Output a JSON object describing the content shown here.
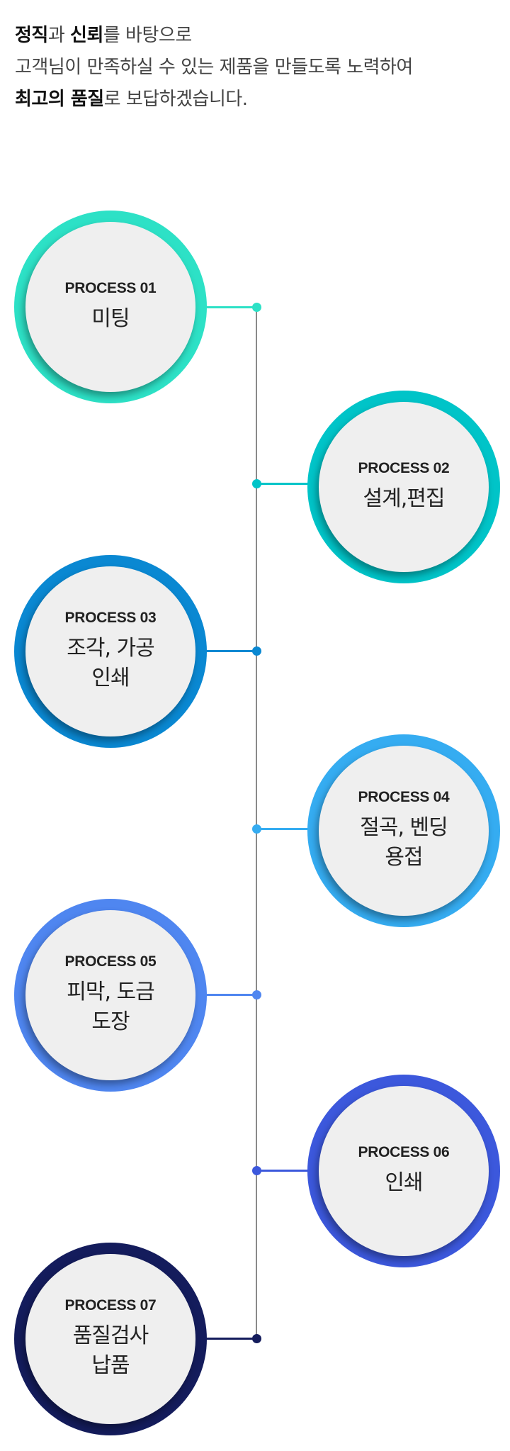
{
  "intro": {
    "line1": {
      "bold1": "정직",
      "text1": "과 ",
      "bold2": "신뢰",
      "text2": "를 바탕으로"
    },
    "line2": "고객님이 만족하실 수 있는 제품을 만들도록 노력하여",
    "line3": {
      "bold": "최고의 품질",
      "text": "로 보답하겠습니다."
    }
  },
  "colors": {
    "p1": "#2de1c6",
    "p2": "#00c4c8",
    "p3": "#0a88d2",
    "p4": "#35acf1",
    "p5": "#4f86f0",
    "p6": "#3c58dc",
    "p7": "#141c5c",
    "line": "#8a8a8a"
  },
  "processes": [
    {
      "step": "PROCESS 01",
      "name_lines": [
        "미팅"
      ]
    },
    {
      "step": "PROCESS 02",
      "name_lines": [
        "설계,편집"
      ]
    },
    {
      "step": "PROCESS 03",
      "name_lines": [
        "조각, 가공",
        "인쇄"
      ]
    },
    {
      "step": "PROCESS 04",
      "name_lines": [
        "절곡, 벤딩",
        "용접"
      ]
    },
    {
      "step": "PROCESS 05",
      "name_lines": [
        "피막, 도금",
        "도장"
      ]
    },
    {
      "step": "PROCESS 06",
      "name_lines": [
        "인쇄"
      ]
    },
    {
      "step": "PROCESS 07",
      "name_lines": [
        "품질검사",
        "납품"
      ]
    }
  ]
}
